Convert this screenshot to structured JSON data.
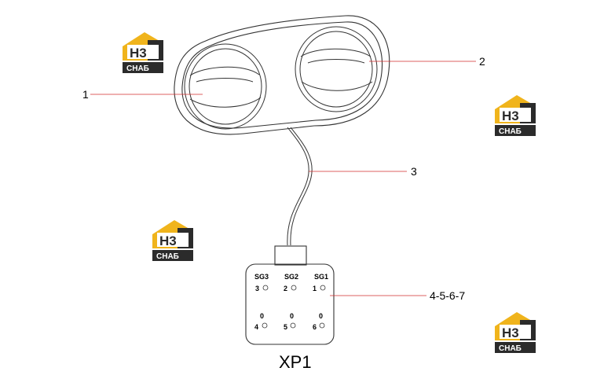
{
  "colors": {
    "line": "#333333",
    "leader": "#d22b2b",
    "logo_gold": "#f0b41c",
    "logo_dark": "#2b2b2b"
  },
  "callouts": [
    {
      "id": "1",
      "text": "1"
    },
    {
      "id": "2",
      "text": "2"
    },
    {
      "id": "3",
      "text": "3"
    },
    {
      "id": "4",
      "text": "4-5-6-7"
    }
  ],
  "connector": {
    "title": "XP1",
    "pins_top": [
      {
        "group": "SG3",
        "number": "3"
      },
      {
        "group": "SG2",
        "number": "2"
      },
      {
        "group": "SG1",
        "number": "1"
      }
    ],
    "pins_bottom": [
      {
        "group": "0",
        "number": "4"
      },
      {
        "group": "0",
        "number": "5"
      },
      {
        "group": "0",
        "number": "6"
      }
    ]
  },
  "watermark": {
    "letters": "H3",
    "caption": "СНАБ",
    "icon": "house-logo-icon"
  }
}
